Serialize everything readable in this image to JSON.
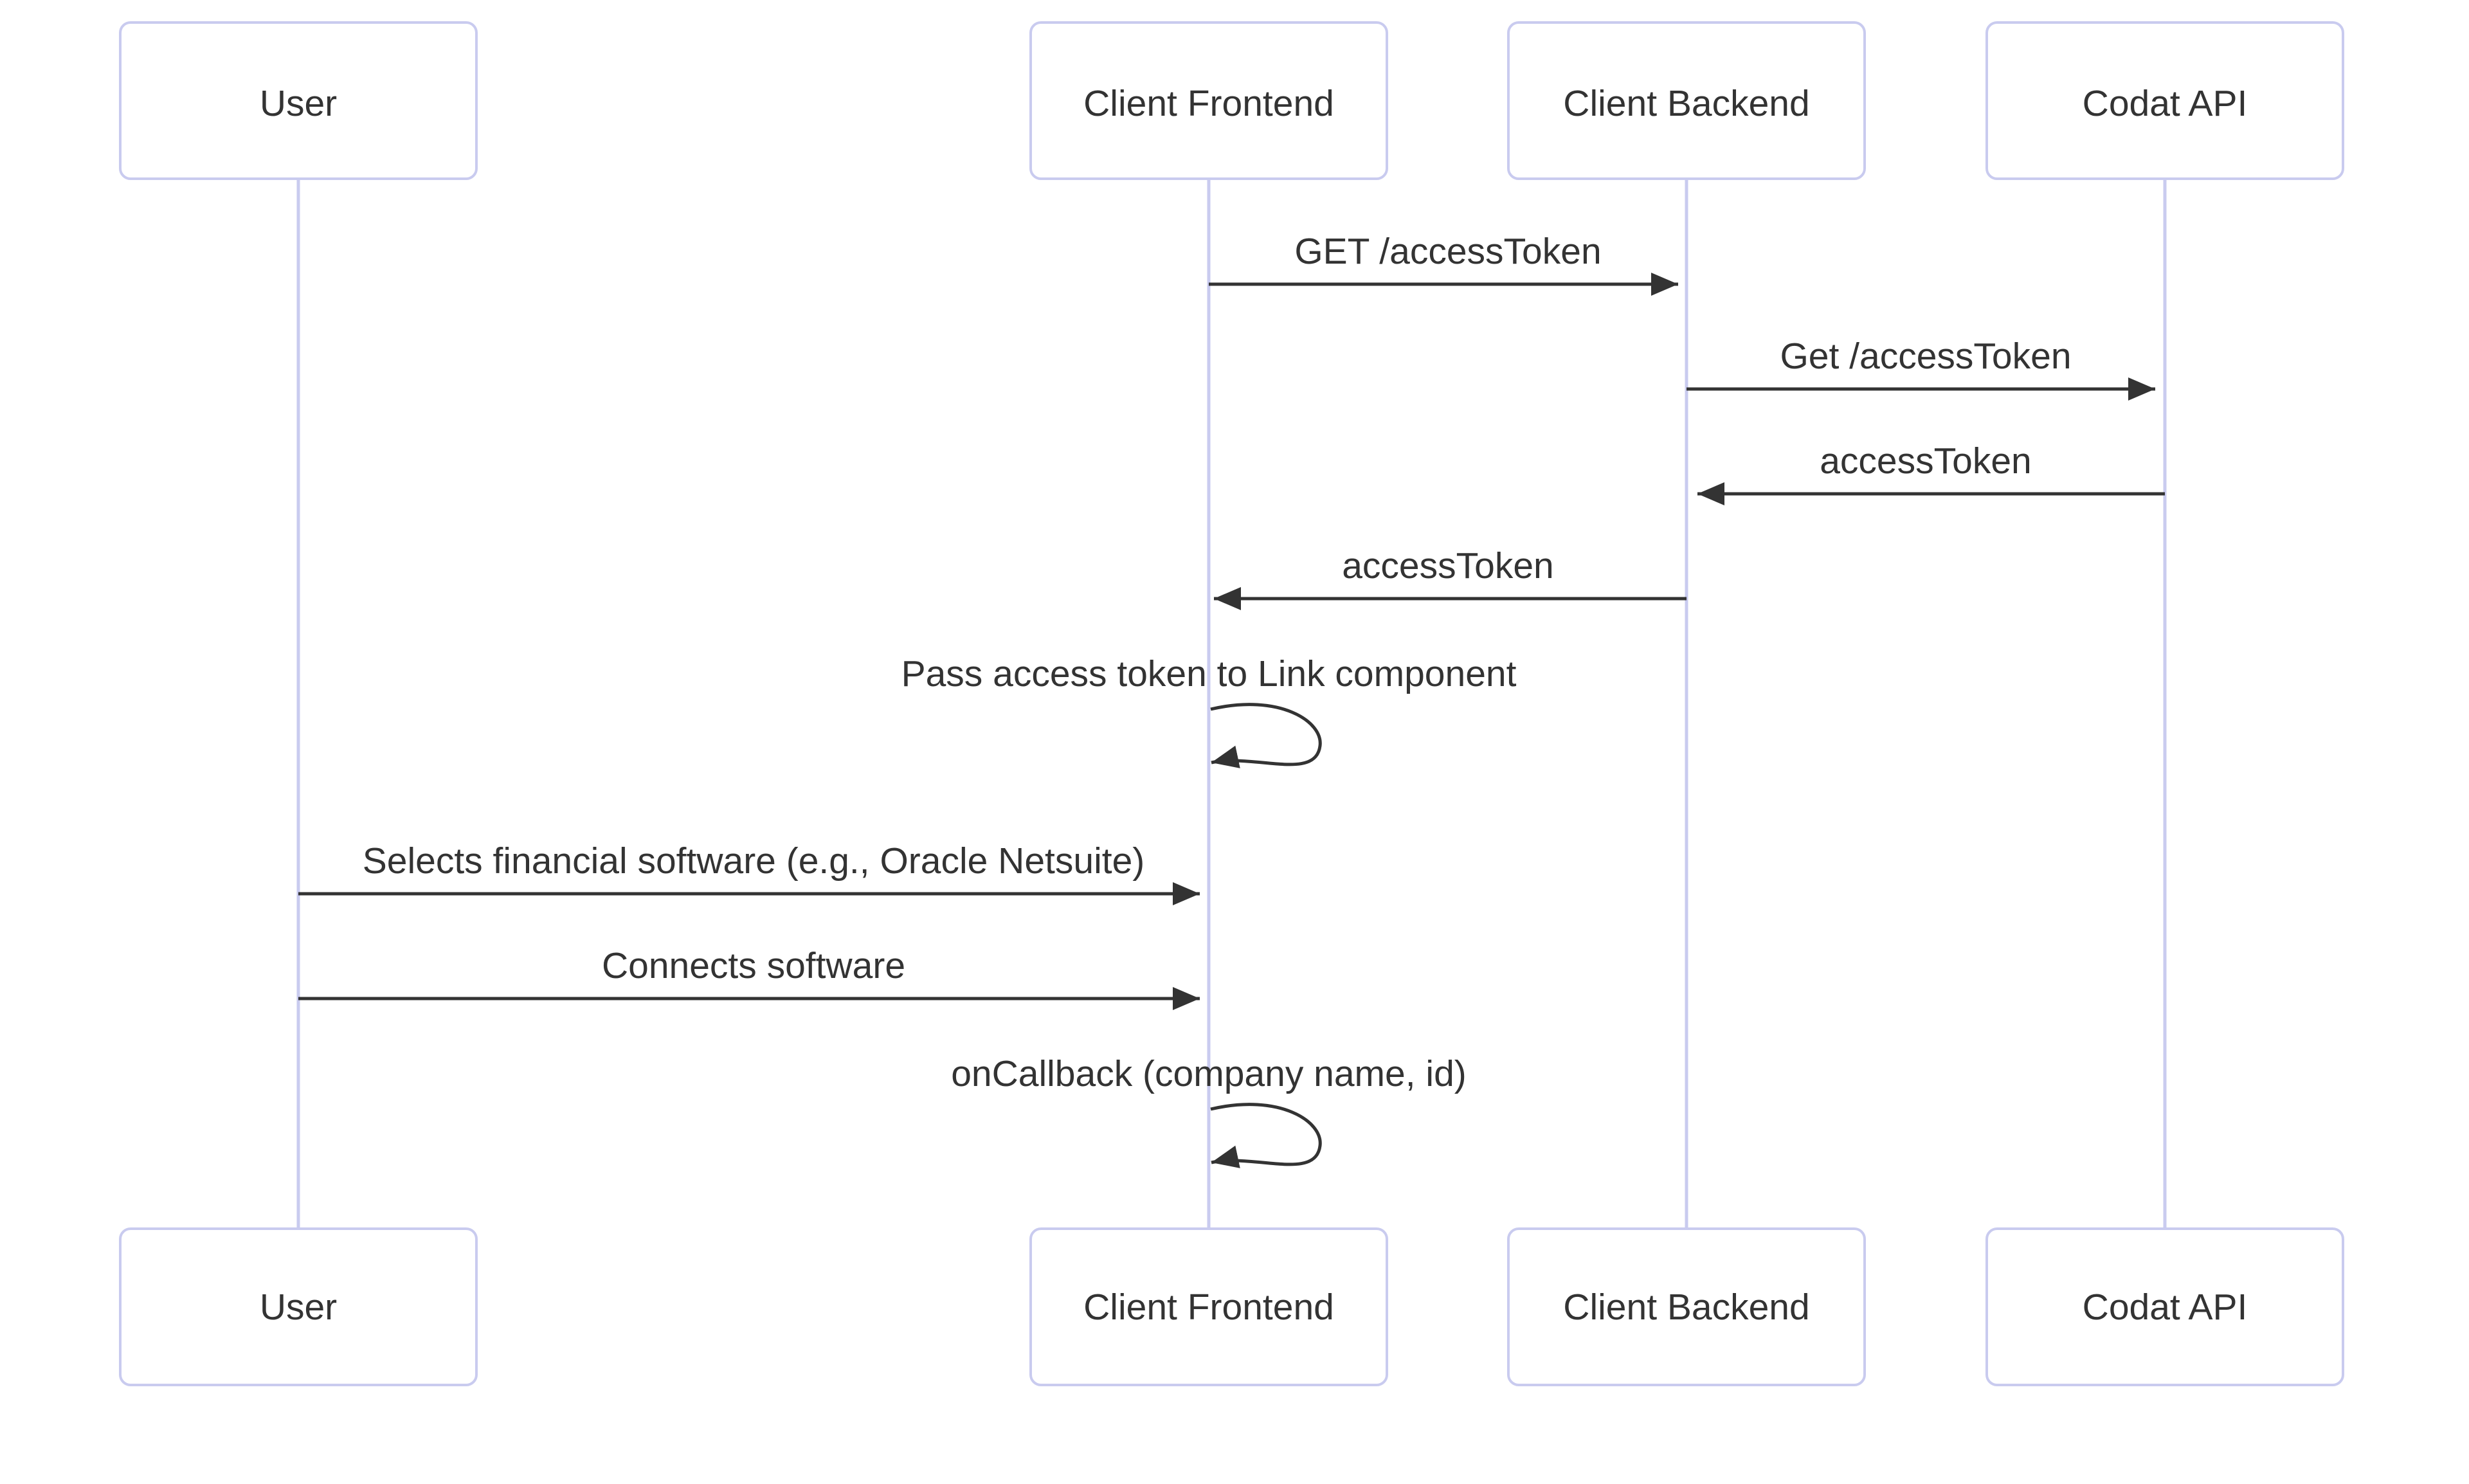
{
  "diagram": {
    "type": "sequence",
    "background": "#ffffff",
    "colors": {
      "actor_border": "#C9CBEF",
      "actor_fill": "#ffffff",
      "lifeline": "#C9CBEF",
      "message_line": "#333333",
      "text": "#333333"
    },
    "actors": [
      {
        "label": "User"
      },
      {
        "label": "Client Frontend"
      },
      {
        "label": "Client Backend"
      },
      {
        "label": "Codat API"
      }
    ],
    "messages": [
      {
        "from": "Client Frontend",
        "to": "Client Backend",
        "kind": "solid-arrow",
        "label": "GET /accessToken"
      },
      {
        "from": "Client Backend",
        "to": "Codat API",
        "kind": "solid-arrow",
        "label": "Get /accessToken"
      },
      {
        "from": "Codat API",
        "to": "Client Backend",
        "kind": "solid-arrow",
        "label": "accessToken"
      },
      {
        "from": "Client Backend",
        "to": "Client Frontend",
        "kind": "solid-arrow",
        "label": "accessToken"
      },
      {
        "from": "Client Frontend",
        "to": "Client Frontend",
        "kind": "self-loop",
        "label": "Pass access token to Link component"
      },
      {
        "from": "User",
        "to": "Client Frontend",
        "kind": "solid-arrow",
        "label": "Selects financial software (e.g., Oracle Netsuite)"
      },
      {
        "from": "User",
        "to": "Client Frontend",
        "kind": "solid-arrow",
        "label": "Connects software"
      },
      {
        "from": "Client Frontend",
        "to": "Client Frontend",
        "kind": "self-loop",
        "label": "onCallback (company name, id)"
      }
    ]
  }
}
